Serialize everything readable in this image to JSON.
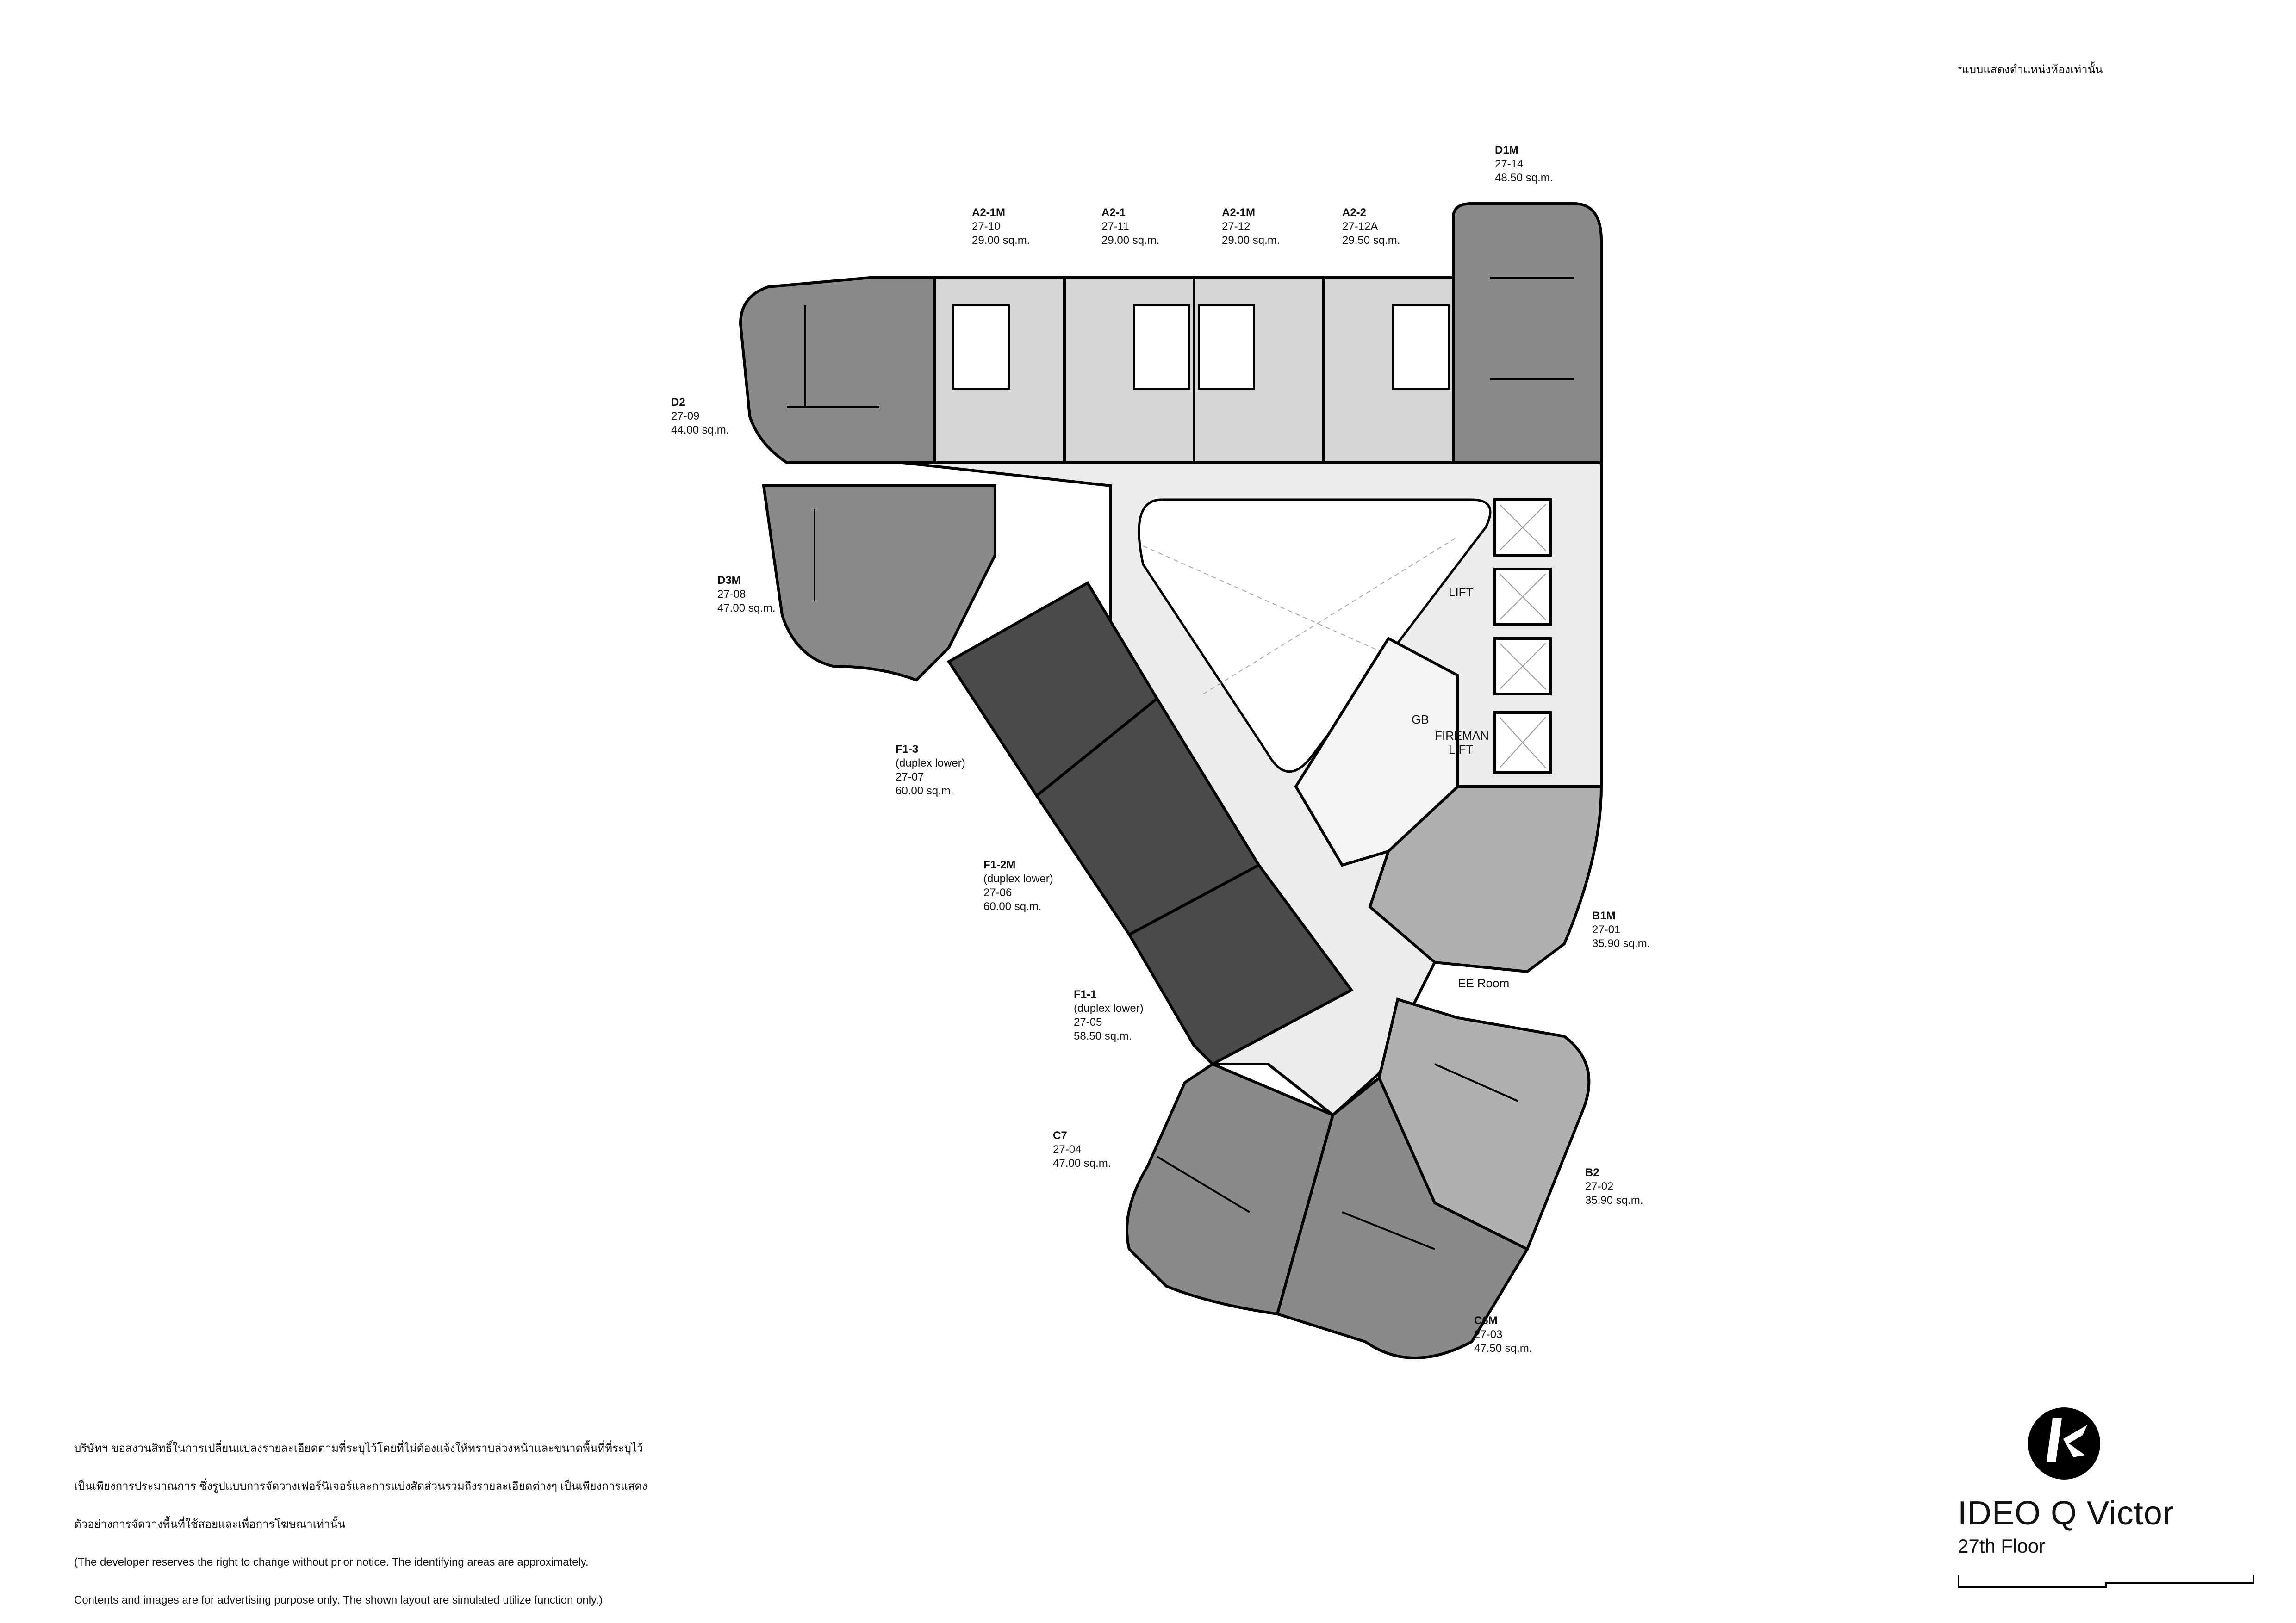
{
  "top_note": "*แบบแสดงตำแหน่งห้องเท่านั้น",
  "units": [
    {
      "type": "A2-1M",
      "number": "27-10",
      "area": "29.00 sq.m."
    },
    {
      "type": "A2-1",
      "number": "27-11",
      "area": "29.00 sq.m."
    },
    {
      "type": "A2-1M",
      "number": "27-12",
      "area": "29.00 sq.m."
    },
    {
      "type": "A2-2",
      "number": "27-12A",
      "area": "29.50 sq.m."
    },
    {
      "type": "D1M",
      "number": "27-14",
      "area": "48.50 sq.m."
    },
    {
      "type": "D2",
      "number": "27-09",
      "area": "44.00 sq.m."
    },
    {
      "type": "D3M",
      "number": "27-08",
      "area": "47.00 sq.m."
    },
    {
      "type": "F1-3",
      "sub": "(duplex lower)",
      "number": "27-07",
      "area": "60.00 sq.m."
    },
    {
      "type": "F1-2M",
      "sub": "(duplex lower)",
      "number": "27-06",
      "area": "60.00 sq.m."
    },
    {
      "type": "F1-1",
      "sub": "(duplex lower)",
      "number": "27-05",
      "area": "58.50 sq.m."
    },
    {
      "type": "B1M",
      "number": "27-01",
      "area": "35.90 sq.m."
    },
    {
      "type": "B2",
      "number": "27-02",
      "area": "35.90 sq.m."
    },
    {
      "type": "C7",
      "number": "27-04",
      "area": "47.00 sq.m."
    },
    {
      "type": "C6M",
      "number": "27-03",
      "area": "47.50 sq.m."
    }
  ],
  "rooms": {
    "lift": "LIFT",
    "gb": "GB",
    "fireman_1": "FIREMAN",
    "fireman_2": "LIFT",
    "ee_room": "EE Room"
  },
  "disclaimer": [
    "บริษัทฯ ขอสงวนสิทธิ์ในการเปลี่ยนแปลงรายละเอียดตามที่ระบุไว้โดยที่ไม่ต้องแจ้งให้ทราบล่วงหน้าและขนาดพื้นที่ที่ระบุไว้",
    "เป็นเพียงการประมาณการ ซึ่งรูปแบบการจัดวางเฟอร์นิเจอร์และการแบ่งสัดส่วนรวมถึงรายละเอียดต่างๆ เป็นเพียงการแสดง",
    "ตัวอย่างการจัดวางพื้นที่ใช้สอยและเพื่อการโฆษณาเท่านั้น",
    "(The developer reserves the right to change without prior notice. The identifying areas are approximately.",
    "Contents and images are for advertising purpose only. The shown layout are simulated utilize function only.)"
  ],
  "brand": {
    "name": "IDEO Q Victor",
    "floor": "27th Floor"
  },
  "colors": {
    "unit_light": "#d6d6d6",
    "unit_mid": "#b0b0b0",
    "unit_gray": "#8a8a8a",
    "unit_dark": "#4a4a4a",
    "corridor": "#ececec",
    "wall": "#000000"
  }
}
